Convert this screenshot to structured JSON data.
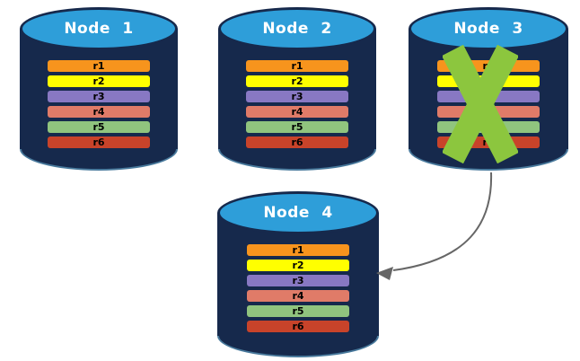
{
  "colors": {
    "cylinder_body": "#16294C",
    "cylinder_top": "#2E9ED9",
    "cylinder_bottom_edge": "#47789B",
    "title_text": "#FFFFFF",
    "row_text": "#000000",
    "failure_x": "#8CC63E",
    "arrow": "#666666",
    "page_bg": "#FFFFFF"
  },
  "row_colors": {
    "r1": "#F7941D",
    "r2": "#FFFF00",
    "r3": "#8878C3",
    "r4": "#E07B68",
    "r5": "#90C47E",
    "r6": "#C8432A"
  },
  "nodes": [
    {
      "label": "Node 1",
      "failed": false,
      "rows": [
        "r1",
        "r2",
        "r3",
        "r4",
        "r5",
        "r6"
      ]
    },
    {
      "label": "Node 2",
      "failed": false,
      "rows": [
        "r1",
        "r2",
        "r3",
        "r4",
        "r5",
        "r6"
      ]
    },
    {
      "label": "Node 3",
      "failed": true,
      "rows": [
        "r1",
        "r2",
        "r3",
        "r4",
        "r5",
        "r6"
      ]
    },
    {
      "label": "Node 4",
      "failed": false,
      "rows": [
        "r1",
        "r2",
        "r3",
        "r4",
        "r5",
        "r6"
      ]
    }
  ],
  "arrow": {
    "from": "Node 3",
    "to": "Node 4"
  }
}
